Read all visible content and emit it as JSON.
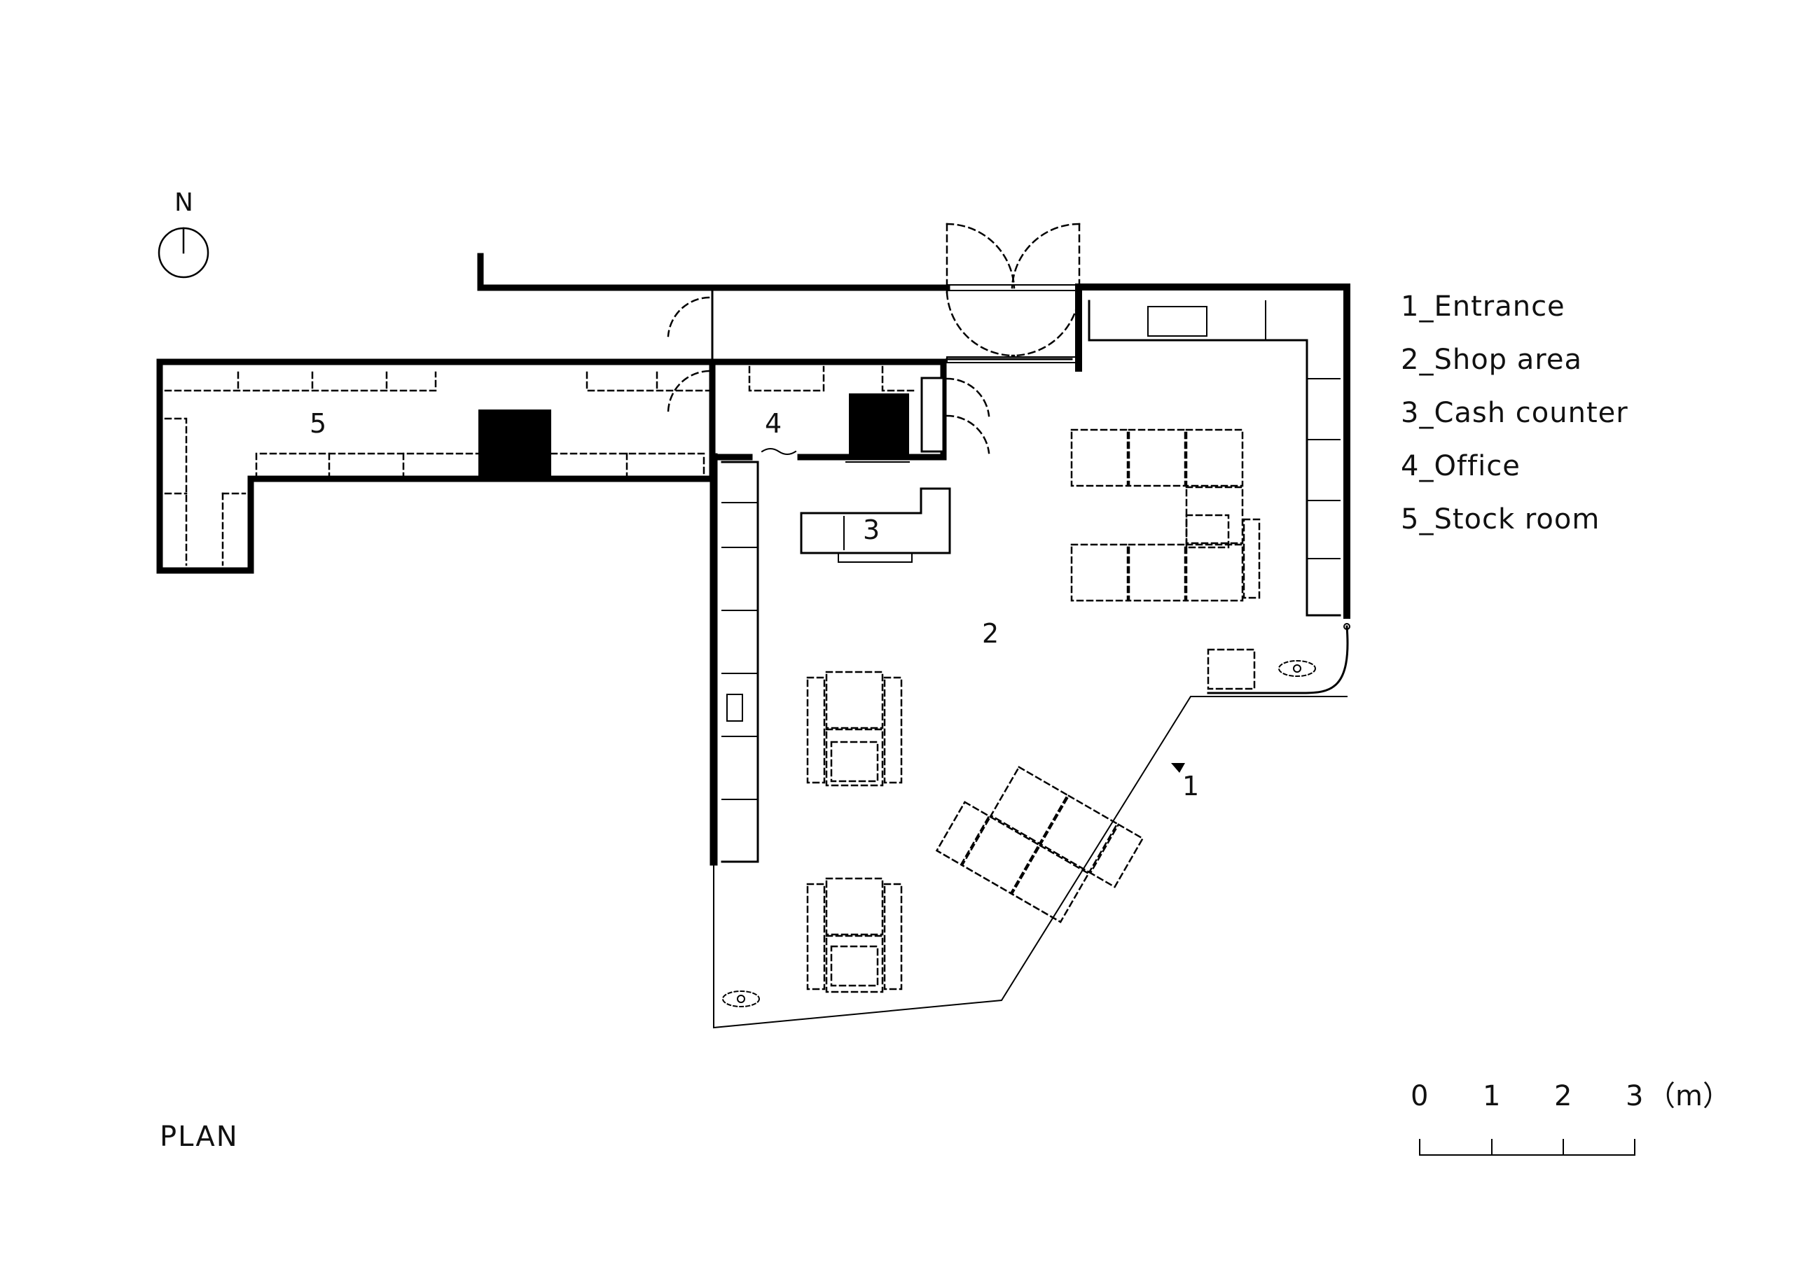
{
  "north": {
    "label": "N"
  },
  "legend": [
    {
      "label": "1_Entrance"
    },
    {
      "label": "2_Shop area"
    },
    {
      "label": "3_Cash counter"
    },
    {
      "label": "4_Office"
    },
    {
      "label": "5_Stock room"
    }
  ],
  "rooms": {
    "entrance": "1",
    "shop_area": "2",
    "cash_counter": "3",
    "office": "4",
    "stock_room": "5"
  },
  "scale_bar": {
    "ticks": [
      "0",
      "1",
      "2",
      "3"
    ],
    "unit": "（m）"
  },
  "title": "PLAN"
}
